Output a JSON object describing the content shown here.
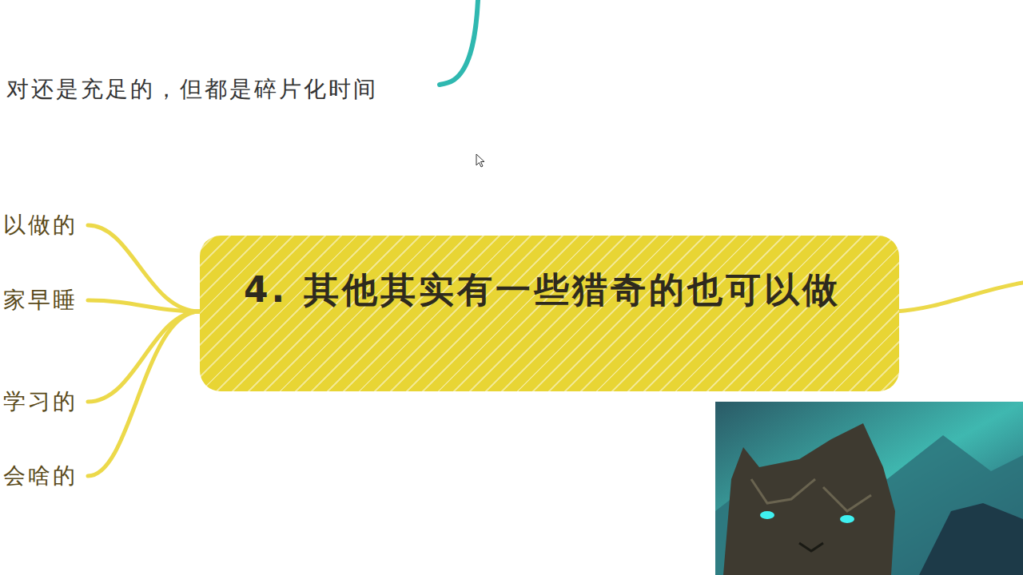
{
  "diagram": {
    "nodes": [
      {
        "text": [
          "4. 其他其实有一些猎奇的也可以做"
        ]
      }
    ],
    "labels": [
      "对还是充足的，但都是碎片化时间",
      "以做的",
      "家早睡",
      "学习的",
      "会啥的"
    ]
  }
}
